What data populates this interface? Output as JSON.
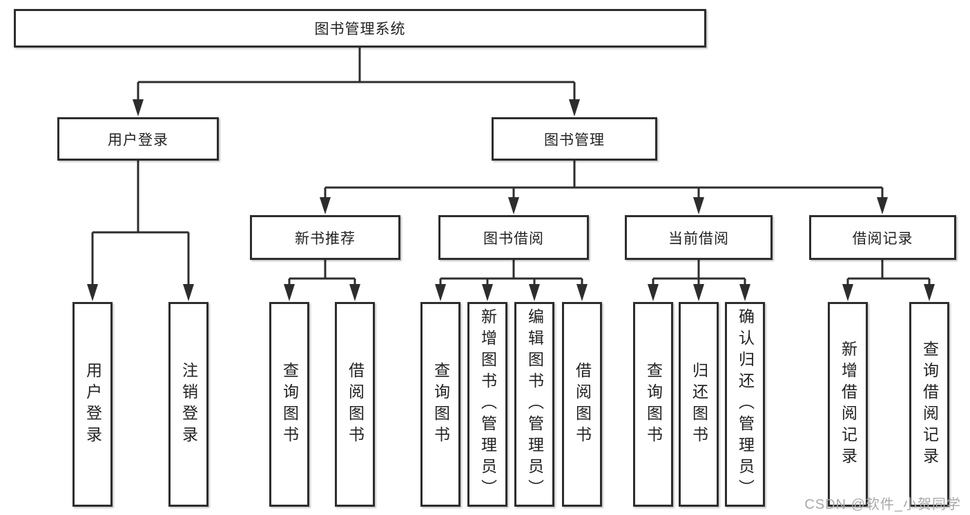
{
  "diagram": {
    "title": "图书管理系统",
    "level2": [
      {
        "label": "用户登录"
      },
      {
        "label": "图书管理"
      }
    ],
    "level3": [
      {
        "label": "新书推荐"
      },
      {
        "label": "图书借阅"
      },
      {
        "label": "当前借阅"
      },
      {
        "label": "借阅记录"
      }
    ],
    "leaves": {
      "user_login": [
        {
          "label": "用户登录"
        },
        {
          "label": "注销登录"
        }
      ],
      "new_book_recommend": [
        {
          "label": "查询图书"
        },
        {
          "label": "借阅图书"
        }
      ],
      "book_borrow": [
        {
          "label": "查询图书"
        },
        {
          "label": "新增图书（管理员）"
        },
        {
          "label": "编辑图书（管理员）"
        },
        {
          "label": "借阅图书"
        }
      ],
      "current_borrow": [
        {
          "label": "查询图书"
        },
        {
          "label": "归还图书"
        },
        {
          "label": "确认归还（管理员）"
        }
      ],
      "borrow_records": [
        {
          "label": "新增借阅记录"
        },
        {
          "label": "查询借阅记录"
        }
      ]
    },
    "watermark": "CSDN @软件_小贺同学",
    "colors": {
      "line": "#2d2d2d",
      "box_border": "#2d2d2d",
      "box_fill": "#ffffff",
      "text": "#222222",
      "watermark": "#a9a9a9"
    }
  }
}
